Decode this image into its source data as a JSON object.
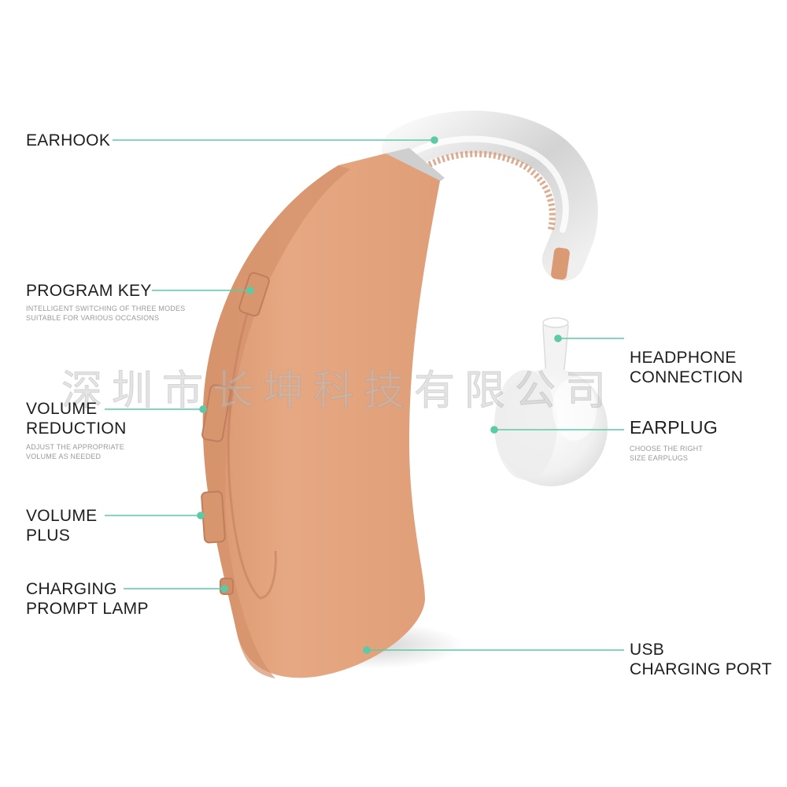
{
  "colors": {
    "leader_line": "#5cc9a7",
    "body": "#e3a37f",
    "body_shadow": "#c98a68",
    "earplug": "#f4f4f4",
    "text": "#1e1e1e",
    "subtext": "#9a9a9a"
  },
  "callouts": {
    "earhook": {
      "label": "EARHOOK"
    },
    "program_key": {
      "label": "PROGRAM KEY",
      "desc": "INTELLIGENT SWITCHING OF THREE MODES\nSUITABLE FOR VARIOUS OCCASIONS"
    },
    "volume_reduction": {
      "label": "VOLUME\nREDUCTION",
      "desc": "ADJUST THE APPROPRIATE\nVOLUME AS NEEDED"
    },
    "volume_plus": {
      "label": "VOLUME\nPLUS"
    },
    "charging_lamp": {
      "label": "CHARGING\nPROMPT LAMP"
    },
    "headphone_connection": {
      "label": "HEADPHONE\nCONNECTION"
    },
    "earplug": {
      "label": "EARPLUG",
      "desc": "CHOOSE THE RIGHT\nSIZE EARPLUGS"
    },
    "usb_port": {
      "label": "USB\nCHARGING PORT"
    }
  },
  "watermark": "深圳市长坤科技有限公司"
}
